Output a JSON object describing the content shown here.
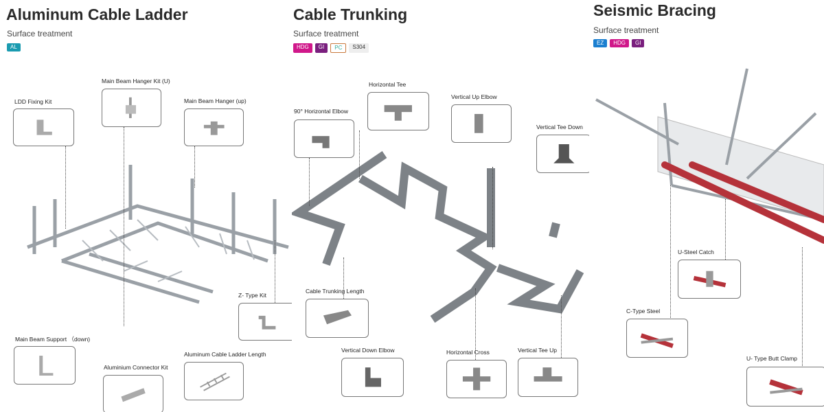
{
  "panels": [
    {
      "title": "Aluminum Cable Ladder",
      "surface_label": "Surface treatment",
      "badges": [
        {
          "text": "AL",
          "color": "#1a9bb0"
        }
      ],
      "components": [
        "LDD Fixing Kit",
        "Main Beam Hanger Kit (U)",
        "Main Beam Hanger (up)",
        "Z- Type Kit",
        "Main Beam Support （down)",
        "Aluminium Connector Kit",
        "Aluminum Cable Ladder Length"
      ]
    },
    {
      "title": "Cable Trunking",
      "surface_label": "Surface treatment",
      "badges": [
        {
          "text": "HDG",
          "color": "#d0188a"
        },
        {
          "text": "GI",
          "color": "#7a1f7e"
        },
        {
          "text": "PC",
          "color": "#c9793d"
        },
        {
          "text": "S304",
          "color": "#9a9a9a"
        }
      ],
      "components": [
        "90° Horizontal Elbow",
        "Horizontal Tee",
        "Vertical Up Elbow",
        "Vertical Tee Down",
        "Cable Trunking Length",
        "Vertical Down Elbow",
        "Horizontal Cross",
        "Vertical Tee Up"
      ]
    },
    {
      "title": "Seismic Bracing",
      "surface_label": "Surface treatment",
      "badges": [
        {
          "text": "EZ",
          "color": "#1b7fd0"
        },
        {
          "text": "HDG",
          "color": "#d0188a"
        },
        {
          "text": "GI",
          "color": "#7a1f7e"
        }
      ],
      "components": [
        "U-Steel Catch",
        "C-Type Steel",
        "U- Type Butt Clamp"
      ]
    }
  ]
}
